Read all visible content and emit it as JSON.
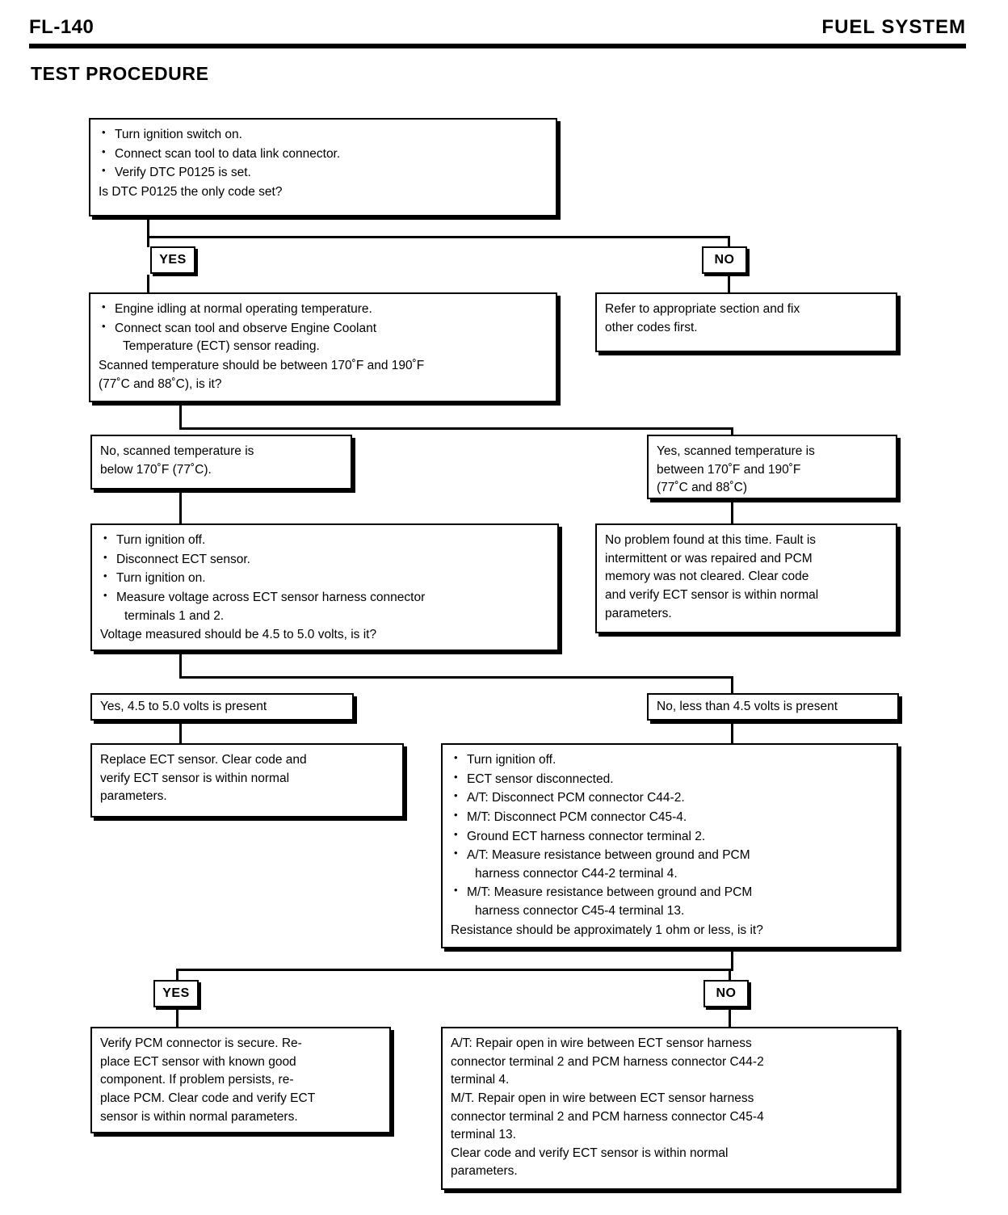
{
  "header": {
    "page_code": "FL-140",
    "section": "FUEL SYSTEM",
    "procedure_title": "TEST PROCEDURE"
  },
  "flow": {
    "step1": {
      "bullets": [
        "Turn ignition switch on.",
        "Connect scan tool to data link connector.",
        "Verify DTC P0125 is set."
      ],
      "question": "Is DTC P0125 the only code set?"
    },
    "branch1": {
      "yes": "YES",
      "no": "NO"
    },
    "step_no_other_codes": {
      "lines": [
        "Refer to appropriate section and fix",
        "other codes first."
      ]
    },
    "step2": {
      "bullets": [
        "Engine idling at normal operating temperature.",
        "Connect scan tool and observe Engine Coolant"
      ],
      "bullet2_cont": "Temperature (ECT) sensor reading.",
      "question_lines": [
        "Scanned temperature should be between 170˚F and 190˚F",
        "(77˚C and 88˚C), is it?"
      ]
    },
    "result_low_temp": {
      "lines": [
        "No, scanned temperature is",
        "below 170˚F (77˚C)."
      ]
    },
    "result_ok_temp": {
      "lines": [
        "Yes, scanned temperature is",
        "between 170˚F and 190˚F",
        "(77˚C and 88˚C)"
      ]
    },
    "step_no_problem": {
      "lines": [
        "No problem found at this time. Fault is",
        "intermittent or was repaired and PCM",
        "memory was not cleared. Clear code",
        "and verify ECT sensor is within normal",
        "parameters."
      ]
    },
    "step3": {
      "bullets": [
        "Turn ignition off.",
        "Disconnect ECT sensor.",
        "Turn ignition on.",
        "Measure voltage across ECT sensor harness connector"
      ],
      "bullet4_cont": "terminals 1 and 2.",
      "question": "Voltage measured should be 4.5 to 5.0 volts, is it?"
    },
    "result_volts_ok": {
      "text": "Yes, 4.5 to 5.0 volts is present"
    },
    "result_volts_low": {
      "text": "No, less than 4.5 volts is present"
    },
    "step_replace_sensor": {
      "lines": [
        "Replace ECT sensor. Clear code and",
        "verify ECT sensor is within normal",
        "parameters."
      ]
    },
    "step4": {
      "bullets": [
        "Turn ignition off.",
        "ECT sensor disconnected.",
        "A/T: Disconnect PCM connector C44-2.",
        "M/T: Disconnect PCM connector C45-4.",
        "Ground ECT harness connector terminal 2.",
        "A/T: Measure resistance between ground and PCM",
        "M/T: Measure resistance between ground and PCM"
      ],
      "bullet6_cont": "harness connector C44-2 terminal 4.",
      "bullet7_cont": "harness connector C45-4 terminal 13.",
      "question": "Resistance should be approximately 1 ohm or less, is it?"
    },
    "branch2": {
      "yes": "YES",
      "no": "NO"
    },
    "step_verify_pcm": {
      "lines": [
        "Verify PCM connector is secure. Re-",
        "place ECT sensor with known good",
        "component. If problem persists, re-",
        "place PCM. Clear code and verify ECT",
        "sensor is within normal parameters."
      ]
    },
    "step_repair_open": {
      "lines": [
        "A/T: Repair open in wire between ECT sensor harness",
        "connector terminal 2 and PCM harness connector C44-2",
        "terminal 4.",
        "M/T. Repair open in wire between ECT sensor harness",
        "connector terminal 2 and PCM harness connector C45-4",
        "terminal 13.",
        "Clear code and verify ECT sensor is within normal",
        "parameters."
      ]
    }
  }
}
